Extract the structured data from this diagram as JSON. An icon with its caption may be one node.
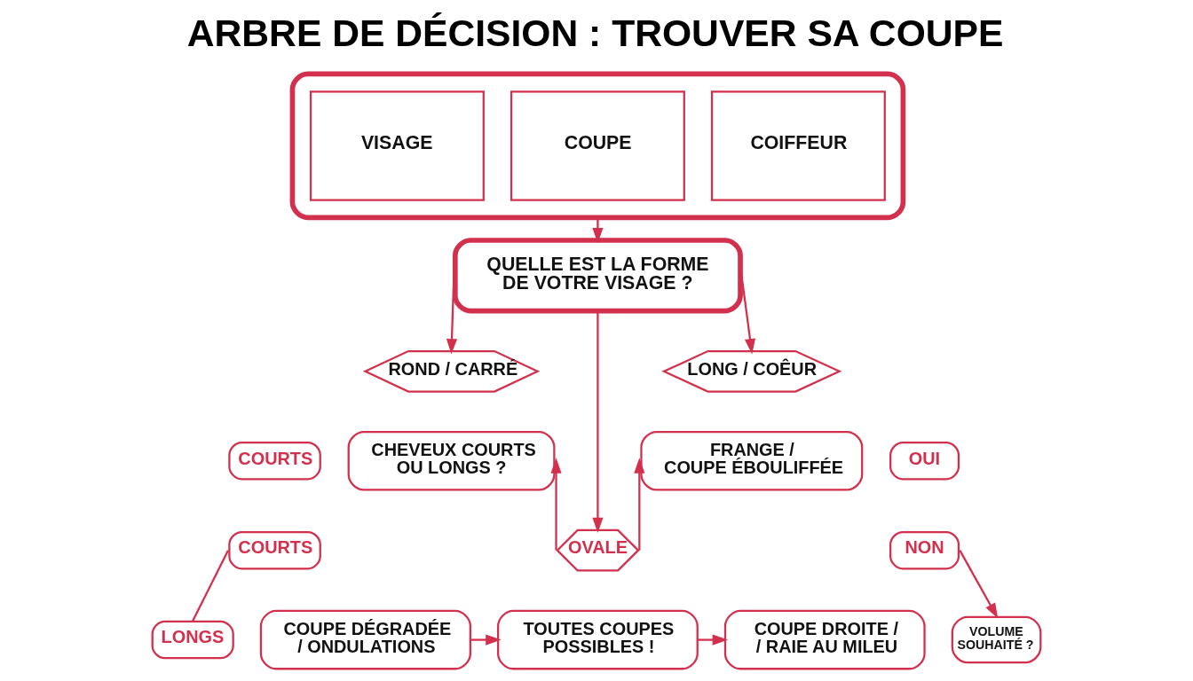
{
  "diagram": {
    "title": "ARBRE DE DÉCISION : TROUVER SA COUPE",
    "nodes": [
      {
        "text": [],
        "shape": "box"
      },
      {
        "text": [
          "VISAGE"
        ],
        "in": 0
      },
      {
        "text": [
          "COUPE"
        ],
        "in": 0
      },
      {
        "text": [
          "COIFFEUR"
        ],
        "in": 0
      },
      {
        "text": [
          "QUELLE EST LA FORME DE VOTRE VISAGE ?"
        ]
      },
      {
        "text": [
          "ROND / CARRÉ"
        ]
      },
      {
        "text": [
          "LONG / COÊUR"
        ]
      },
      {
        "text": [
          "COURTS"
        ]
      },
      {
        "text": [
          "CHEVEUX COURTS OU LONGS ?"
        ]
      },
      {
        "text": [
          "FRANGE / COUPE ÉBOULIFFÉE"
        ]
      },
      {
        "text": [
          "OUI"
        ]
      },
      {
        "text": [
          "OVALE"
        ]
      },
      {
        "text": [
          "COURTS"
        ]
      },
      {
        "text": [
          "NON"
        ]
      },
      {
        "text": [
          "LONGS"
        ]
      },
      {
        "text": [
          "COUPE DÉGRADÉE / ONDULATIONS"
        ]
      },
      {
        "text": [
          "TOUTES COUPES POSSIBLES !"
        ]
      },
      {
        "text": [
          "COUPE DROITE / / RAIE AU MILEU"
        ]
      },
      {
        "text": [
          "VOLUME SOUHAITÉ ?"
        ]
      }
    ],
    "edges": [
      {
        "from": 0,
        "to": 4,
        "arrow": "to"
      },
      {
        "from": 4,
        "to": 5,
        "arrow": "to"
      },
      {
        "from": 4,
        "to": 6,
        "arrow": "to"
      },
      {
        "from": 4,
        "to": 11,
        "arrow": "to"
      },
      {
        "from": 11,
        "to": 8,
        "arrow": "to"
      },
      {
        "from": 11,
        "to": 9,
        "arrow": "to"
      },
      {
        "from": 12,
        "to": 14,
        "arrow": "none"
      },
      {
        "from": 15,
        "to": 16,
        "arrow": "to"
      },
      {
        "from": 16,
        "to": 17,
        "arrow": "to"
      },
      {
        "from": 13,
        "to": 18,
        "arrow": "to"
      }
    ]
  }
}
